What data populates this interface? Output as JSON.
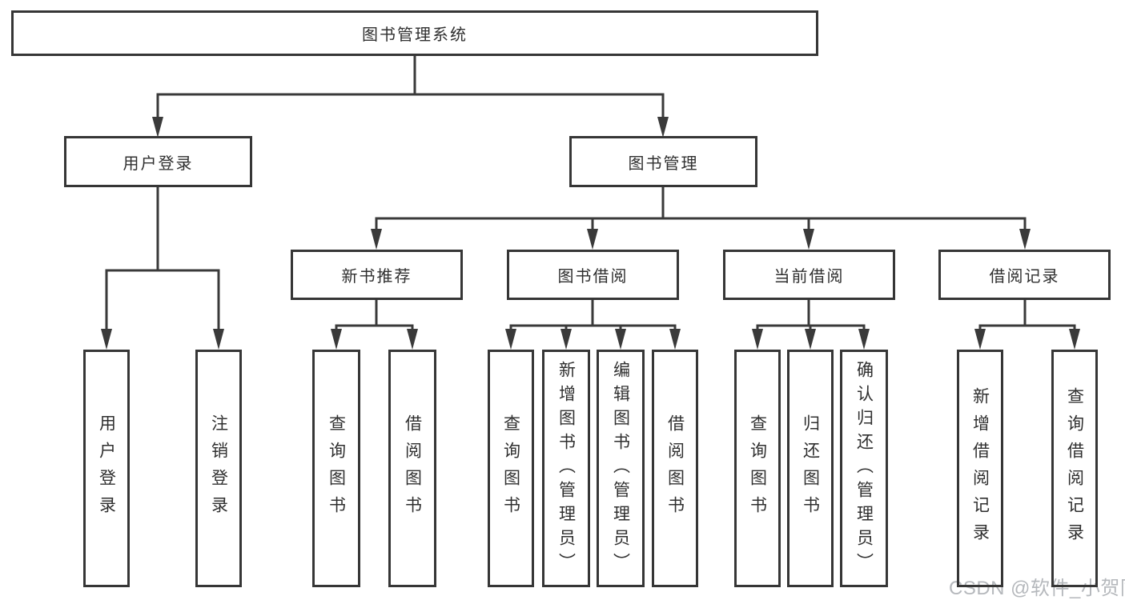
{
  "nodes": {
    "root": {
      "label": "图书管理系统"
    },
    "user_login": {
      "label": "用户登录"
    },
    "book_management": {
      "label": "图书管理"
    },
    "new_book_recommend": {
      "label": "新书推荐"
    },
    "book_borrow": {
      "label": "图书借阅"
    },
    "current_borrow": {
      "label": "当前借阅"
    },
    "borrow_records": {
      "label": "借阅记录"
    },
    "leaves": {
      "user_login": [
        "用户登录",
        "注销登录"
      ],
      "new_book_recommend": [
        "查询图书",
        "借阅图书"
      ],
      "book_borrow": [
        "查询图书",
        "新增图书（管理员）",
        "编辑图书（管理员）",
        "借阅图书"
      ],
      "current_borrow": [
        "查询图书",
        "归还图书",
        "确认归还（管理员）"
      ],
      "borrow_records": [
        "新增借阅记录",
        "查询借阅记录"
      ]
    }
  },
  "watermark": "CSDN @软件_小贺同学",
  "colors": {
    "line": "#3a3a3a",
    "box_border": "#363636",
    "text": "#2f2f2f",
    "watermark": "#b5b8bc",
    "background": "#ffffff"
  }
}
